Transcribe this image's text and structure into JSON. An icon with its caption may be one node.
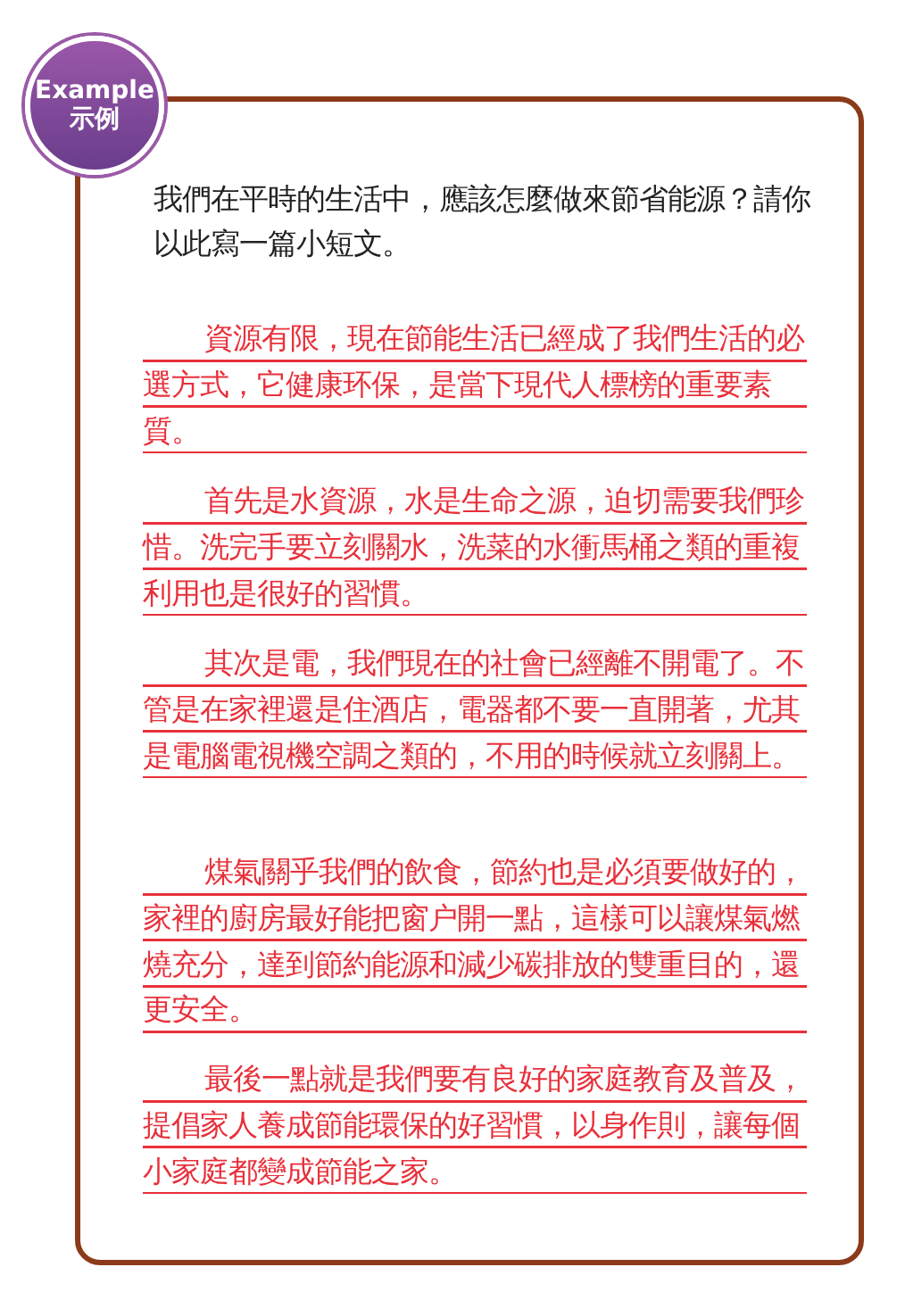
{
  "diagram": {
    "nodes": [
      {
        "text": [
          "Example",
          "示例"
        ]
      },
      {
        "text": [
          "我們在平時的生活中，應該怎麼做來節省能源？請你以此寫一篇小短文。",
          "資源有限，現在節能生活已經成了我們生活的必選方式，它健康环保，是當下現代人標榜的重要素質。",
          "首先是水資源，水是生命之源，迫切需要我們珍惜。洗完手要立刻關水，洗菜的水衝馬桶之類的重複利用也是很好的習慣。",
          "其次是電，我們現在的社會已經離不開電了。不管是在家裡還是住酒店，電器都不要一直開著，尤其是電腦電視機空調之類的，不用的時候就立刻關上。",
          "煤氣關乎我們的飲食，節約也是必須要做好的，家裡的廚房最好能把窗户開一點，這樣可以讓煤氣燃燒充分，達到節約能源和減少碳排放的雙重目的，還更安全。",
          "最後一點就是我們要有良好的家庭教育及普及，提倡家人養成節能環保的好習慣，以身作則，讓每個小家庭都變成節能之家。"
        ]
      }
    ]
  }
}
